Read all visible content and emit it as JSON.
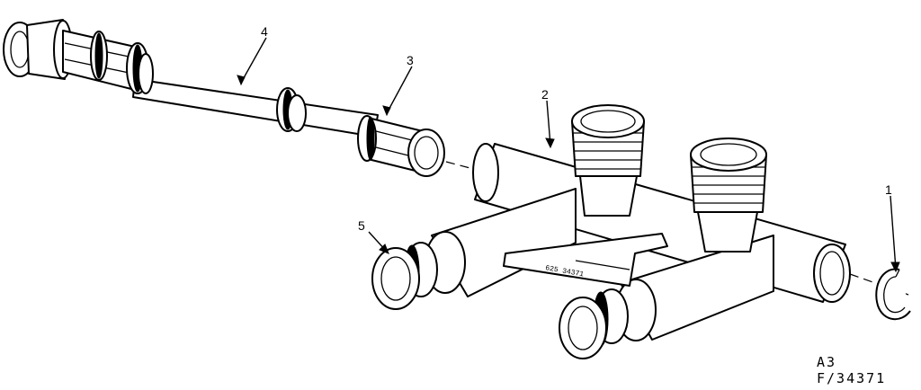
{
  "callouts": {
    "c1": "1",
    "c2": "2",
    "c3": "3",
    "c4": "4",
    "c5": "5"
  },
  "part_stamp": "625 34371",
  "drawing_code": {
    "sheet": "A3",
    "number": "F/34371"
  },
  "colors": {
    "ink": "#000000",
    "paper": "#ffffff"
  }
}
